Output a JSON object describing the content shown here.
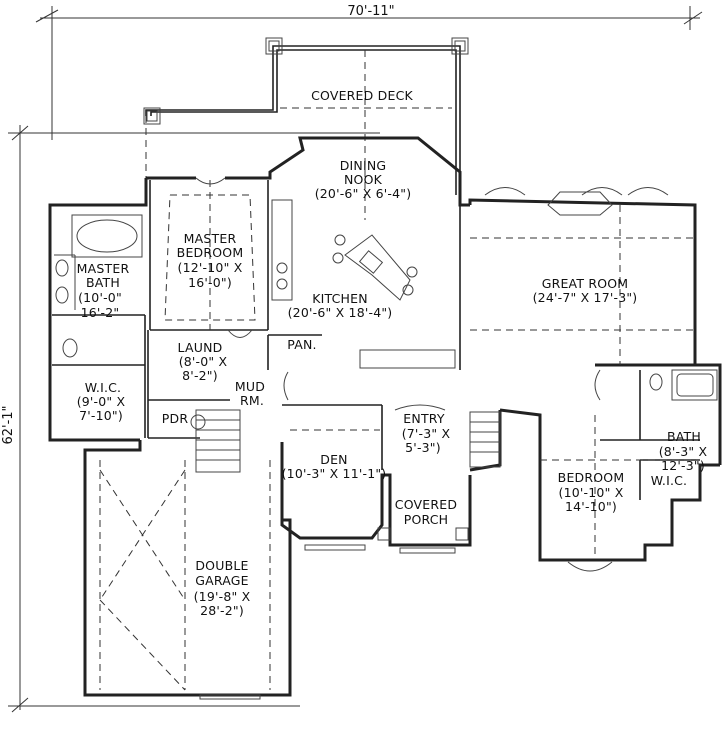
{
  "dimensions": {
    "width": "70'-11\"",
    "depth": "62'-1\""
  },
  "rooms": {
    "covered_deck": {
      "name": "COVERED DECK"
    },
    "dining_nook": {
      "name1": "DINING",
      "name2": "NOOK",
      "size": "(20'-6\" X 6'-4\")"
    },
    "master_bedroom": {
      "name1": "MASTER",
      "name2": "BEDROOM",
      "size1": "(12'-10\" X",
      "size2": "16'-0\")"
    },
    "great_room": {
      "name": "GREAT ROOM",
      "size": "(24'-7\" X 17'-3\")"
    },
    "master_bath": {
      "name1": "MASTER",
      "name2": "BATH",
      "size1": "(10'-0\"",
      "size2": "16'-2\""
    },
    "kitchen": {
      "name": "KITCHEN",
      "size": "(20'-6\" X 18'-4\")"
    },
    "pantry": {
      "name": "PAN."
    },
    "laundry": {
      "name": "LAUND",
      "size1": "(8'-0\" X",
      "size2": "8'-2\")"
    },
    "mud_room": {
      "name1": "MUD",
      "name2": "RM."
    },
    "wic_master": {
      "name": "W.I.C.",
      "size1": "(9'-0\" X",
      "size2": "7'-10\")"
    },
    "powder": {
      "name": "PDR"
    },
    "entry": {
      "name": "ENTRY",
      "size1": "(7'-3\" X",
      "size2": "5'-3\")"
    },
    "den": {
      "name": "DEN",
      "size": "(10'-3\" X 11'-1\")"
    },
    "bath": {
      "name": "BATH",
      "size1": "(8'-3\" X",
      "size2": "12'-3\")"
    },
    "bedroom": {
      "name": "BEDROOM",
      "size1": "(10'-10\" X",
      "size2": "14'-10\")"
    },
    "wic_bedroom": {
      "name": "W.I.C."
    },
    "covered_porch": {
      "name1": "COVERED",
      "name2": "PORCH"
    },
    "double_garage": {
      "name1": "DOUBLE",
      "name2": "GARAGE",
      "size1": "(19'-8\" X",
      "size2": "28'-2\")"
    }
  }
}
